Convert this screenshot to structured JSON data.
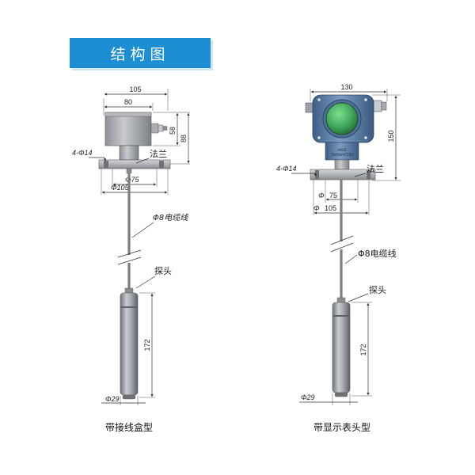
{
  "title": "结构图",
  "left_model": {
    "caption": "带接线盒型",
    "dims": {
      "width_outer": "105",
      "width_inner": "80",
      "height_a": "58",
      "height_b": "88",
      "holes": "4-Φ14",
      "flange_inner": "Φ75",
      "flange_outer": "Φ105",
      "probe_length": "172",
      "probe_dia": "Φ29"
    },
    "labels": {
      "flange": "法兰",
      "cable": "Φ8电缆线",
      "probe": "探头"
    }
  },
  "right_model": {
    "caption": "带显示表头型",
    "dims": {
      "width": "130",
      "height": "150",
      "holes": "4-Φ14",
      "flange_inner_sym": "Φ",
      "flange_inner_val": "75",
      "flange_outer_sym": "Φ",
      "flange_outer_val": "105",
      "probe_length": "172",
      "probe_dia": "Φ29"
    },
    "labels": {
      "flange": "法兰",
      "cable": "Φ8电缆线",
      "probe": "探头",
      "brand_1": "HKLD",
      "brand_2": "TRANSMITTER"
    }
  },
  "colors": {
    "banner": "#1e8ed4",
    "housing": "#5b7fa6",
    "display": "#3fa65a"
  }
}
